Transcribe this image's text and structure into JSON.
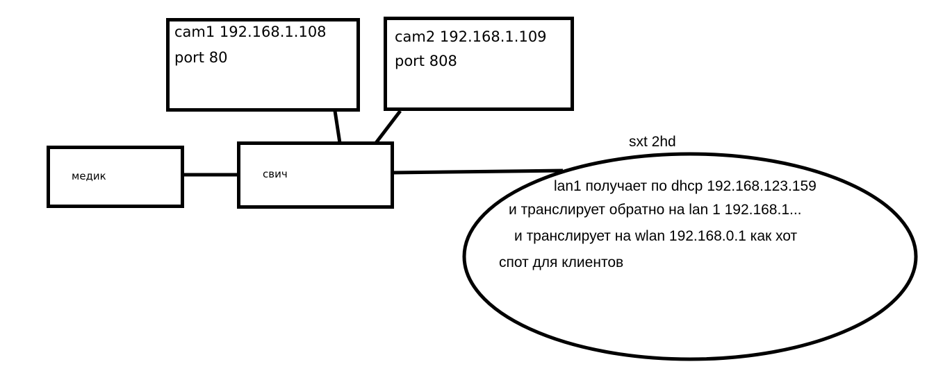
{
  "diagram": {
    "nodes": {
      "cam1": {
        "line1": "cam1 192.168.1.108",
        "line2": "port 80"
      },
      "cam2": {
        "line1": "cam2 192.168.1.109",
        "line2": "port 808"
      },
      "medic": {
        "label": "медик"
      },
      "switch": {
        "label": "свич"
      },
      "sxt": {
        "title": "sxt 2hd",
        "notes": [
          "lan1 получает по dhcp 192.168.123.159",
          "и транслирует обратно на lan 1 192.168.1...",
          "и транслирует на wlan 192.168.0.1 как хот",
          "спот для клиентов"
        ]
      }
    },
    "edges": [
      {
        "from": "medic",
        "to": "switch"
      },
      {
        "from": "cam1",
        "to": "switch"
      },
      {
        "from": "cam2",
        "to": "switch"
      },
      {
        "from": "switch",
        "to": "sxt"
      }
    ],
    "colors": {
      "stroke": "#000000",
      "background": "#ffffff"
    }
  }
}
